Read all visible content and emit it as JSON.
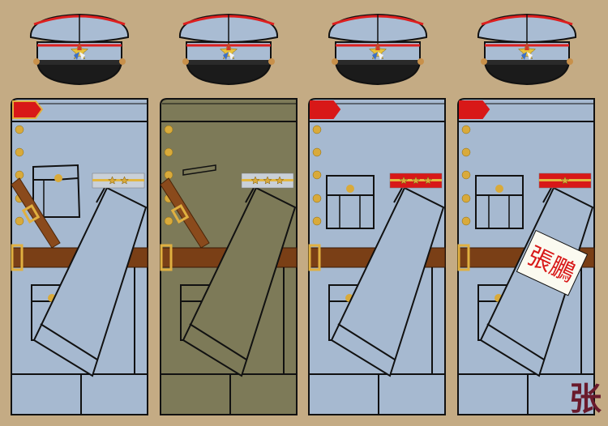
{
  "background_color": "#c4ab84",
  "outline_color": "#111111",
  "gold": "#d9aa3a",
  "belt_color": "#7a3f16",
  "caps": [
    {
      "crown": "#a9bcd3",
      "piping": "#dd1f1f",
      "visor": "#1b1b1b"
    },
    {
      "crown": "#a9bcd3",
      "piping": "#dd1f1f",
      "visor": "#1b1b1b"
    },
    {
      "crown": "#a9bcd3",
      "piping": "#dd1f1f",
      "visor": "#1b1b1b"
    },
    {
      "crown": "#a9bcd3",
      "piping": "#dd1f1f",
      "visor": "#1b1b1b"
    }
  ],
  "cap_badge": {
    "icon": "five-color-star-icon",
    "colors": [
      "#d23b2b",
      "#e8c23a",
      "#3d70c8",
      "#f2f2f2",
      "#222222"
    ]
  },
  "uniforms": [
    {
      "cloth": "#a6b9d0",
      "collar_tab": "#d81818",
      "collar_tab_edge": "#e0b040",
      "rank_bar": "#c9d0d8",
      "rank_stripe": "#e2b640",
      "rank_stars": 2,
      "shoulder_strap": true,
      "pocket_style": "flap",
      "armband": false
    },
    {
      "cloth": "#7d7a58",
      "collar_tab": null,
      "collar_tab_edge": null,
      "rank_bar": "#c9d0d8",
      "rank_stripe": "#e2b640",
      "rank_stars": 3,
      "shoulder_strap": true,
      "pocket_style": "slit",
      "armband": false
    },
    {
      "cloth": "#a6b9d0",
      "collar_tab": "#d81818",
      "collar_tab_edge": "#d81818",
      "rank_bar": "#d81818",
      "rank_stripe": "#e2b640",
      "rank_stars": 3,
      "shoulder_strap": false,
      "pocket_style": "box",
      "armband": false
    },
    {
      "cloth": "#a6b9d0",
      "collar_tab": "#d81818",
      "collar_tab_edge": "#d81818",
      "rank_bar": "#d81818",
      "rank_stripe": "#e2b640",
      "rank_stars": 1,
      "shoulder_strap": false,
      "pocket_style": "box",
      "armband": true
    }
  ],
  "armband": {
    "text": "張鵬",
    "text_color": "#d81818",
    "band_color": "#fbfaf0"
  },
  "logo": {
    "text": "张",
    "color": "#6a1a2c"
  }
}
